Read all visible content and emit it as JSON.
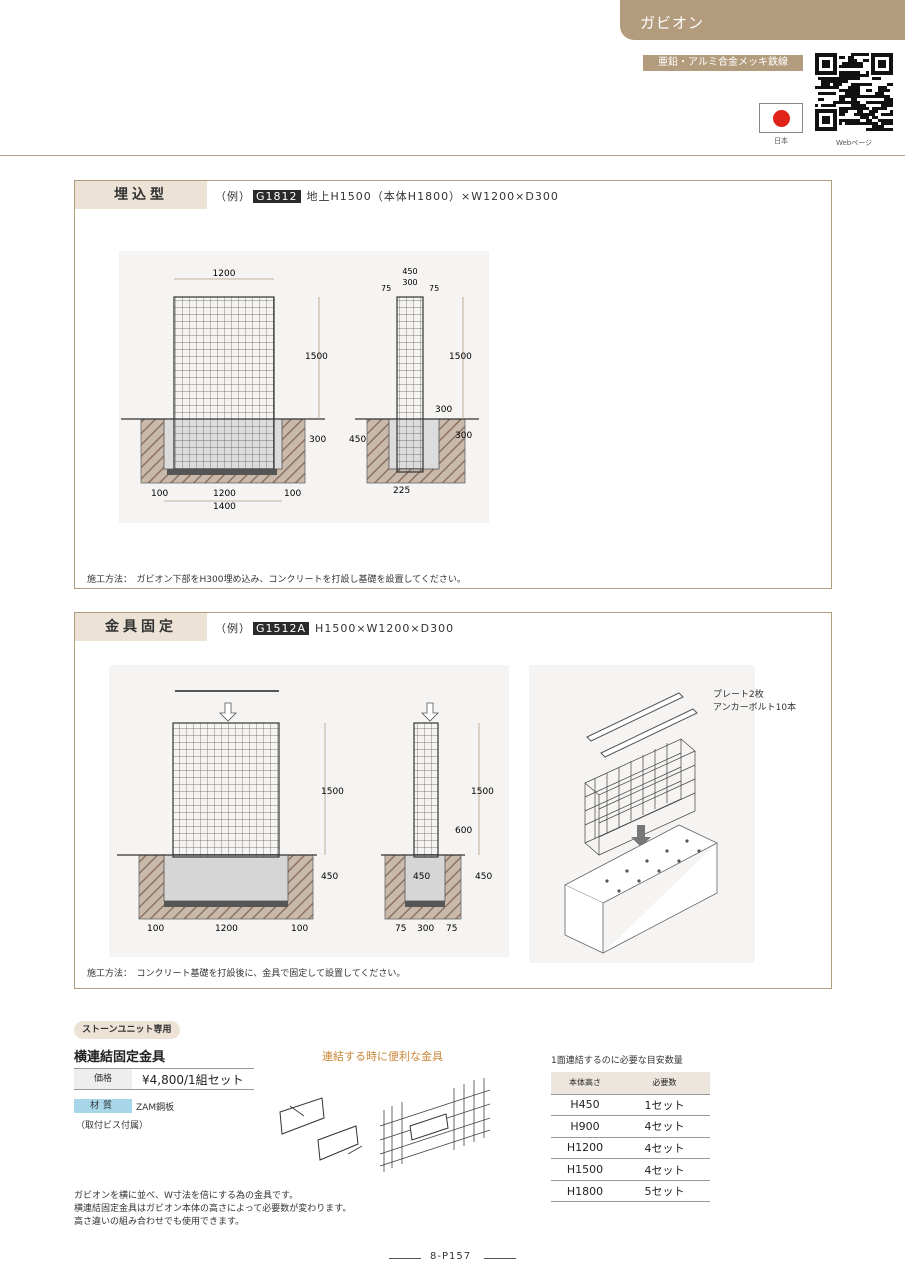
{
  "header": {
    "category": "ガビオン",
    "material_badge": "亜鉛・アルミ合金メッキ鉄線",
    "origin_caption": "日本",
    "web_caption": "Webページ",
    "colors": {
      "accent": "#b39c7d",
      "flag_red": "#e0241b"
    }
  },
  "section_embed": {
    "label": "埋込型",
    "example_prefix": "（例）",
    "model": "G1812",
    "spec": "地上H1500（本体H1800）×W1200×D300",
    "front_dims": {
      "top_width": "1200",
      "height": "1500",
      "embed_depth": "300",
      "left_margin": "100",
      "base_width": "1200",
      "right_margin": "100",
      "total_width": "1400"
    },
    "side_dims": {
      "total": "450",
      "center": "300",
      "left": "75",
      "right": "75",
      "height": "1500",
      "inner": "300",
      "embed": "300",
      "foundation": "450",
      "base": "225"
    },
    "method_note": "施工方法：　ガビオン下部をH300埋め込み、コンクリートを打設し基礎を設置してください。"
  },
  "section_bracket": {
    "label": "金具固定",
    "example_prefix": "（例）",
    "model": "G1512A",
    "spec": "H1500×W1200×D300",
    "front_dims": {
      "height": "1500",
      "foundation": "450",
      "left": "100",
      "width": "1200",
      "right": "100"
    },
    "side_dims": {
      "height": "1500",
      "inner": "600",
      "foundation_left": "450",
      "foundation_right": "450",
      "left": "75",
      "center": "300",
      "right": "75"
    },
    "parts_note_1": "プレート2枚",
    "parts_note_2": "アンカーボルト10本",
    "method_note": "施工方法：　コンクリート基礎を打設後に、金具で固定して設置してください。"
  },
  "accessory": {
    "tag": "ストーンユニット専用",
    "title": "横連結固定金具",
    "price_label": "価格",
    "price": "¥4,800/1組セット",
    "material_label": "材質",
    "material": "ZAM鋼板",
    "included": "（取付ビス付属）",
    "catch_copy": "連結する時に便利な金具",
    "description": [
      "ガビオンを横に並べ、W寸法を倍にする為の金具です。",
      "横連結固定金具はガビオン本体の高さによって必要数が変わります。",
      "高さ違いの組み合わせでも使用できます。"
    ]
  },
  "requirement_table": {
    "caption": "1面連結するのに必要な目安数量",
    "headers": [
      "本体高さ",
      "必要数"
    ],
    "rows": [
      [
        "H450",
        "1セット"
      ],
      [
        "H900",
        "4セット"
      ],
      [
        "H1200",
        "4セット"
      ],
      [
        "H1500",
        "4セット"
      ],
      [
        "H1800",
        "5セット"
      ]
    ]
  },
  "footer": {
    "page": "8-P157"
  }
}
